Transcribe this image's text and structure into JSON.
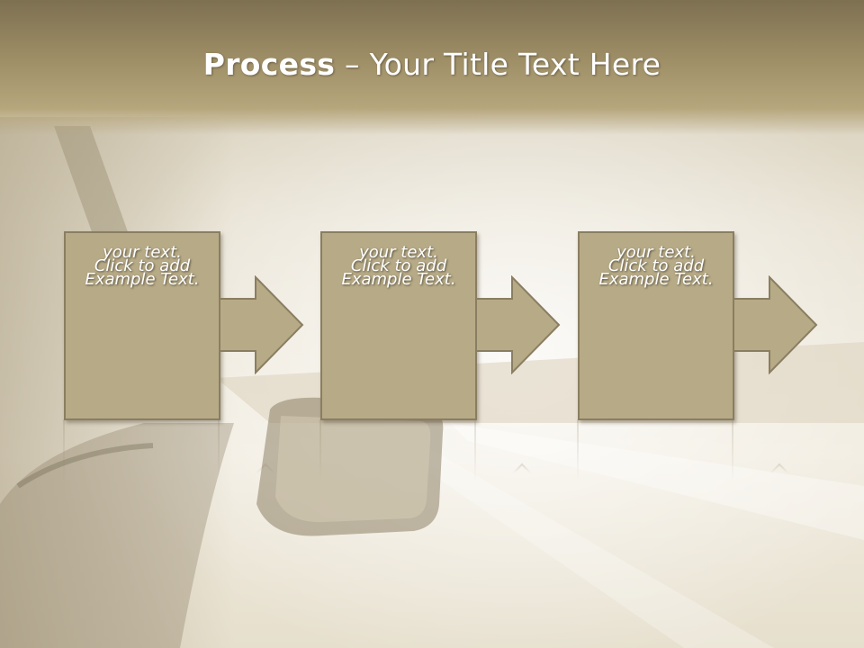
{
  "slide": {
    "title_bold": "Process",
    "title_rest": " – Your Title Text Here"
  },
  "steps": [
    {
      "line1": "Example Text.",
      "line2": "Click  to add",
      "line3": "your text."
    },
    {
      "line1": "Example Text.",
      "line2": "Click  to add",
      "line3": "your text."
    },
    {
      "line1": "Example Text.",
      "line2": "Click  to add",
      "line3": "your text."
    }
  ],
  "colors": {
    "box_fill": "#b7aa86",
    "box_border": "#8a7e62",
    "title_band": "#9f8f67",
    "text": "#ffffff"
  }
}
